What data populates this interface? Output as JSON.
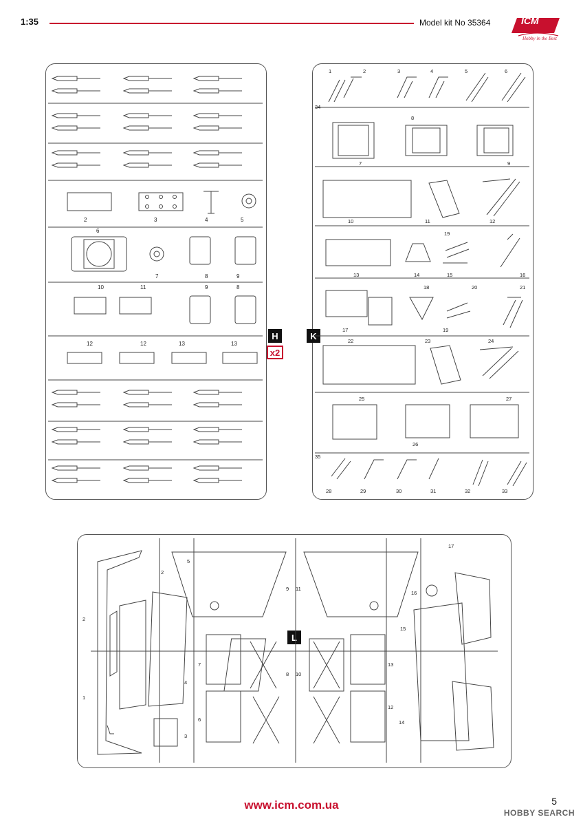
{
  "header": {
    "scale": "1:35",
    "kit_label": "Model kit No 35364",
    "logo_text": "ICM",
    "logo_tagline": "Hobby in the Best"
  },
  "sprues": {
    "H": {
      "letter": "H",
      "multiplier": "x2",
      "part_numbers": [
        "2",
        "3",
        "4",
        "5",
        "6",
        "7",
        "8",
        "8",
        "9",
        "9",
        "10",
        "11",
        "12",
        "12",
        "13",
        "13"
      ]
    },
    "K": {
      "letter": "K",
      "part_numbers": [
        "1",
        "2",
        "3",
        "4",
        "5",
        "6",
        "7",
        "8",
        "9",
        "10",
        "11",
        "12",
        "13",
        "14",
        "15",
        "16",
        "17",
        "18",
        "19",
        "19",
        "20",
        "21",
        "22",
        "23",
        "24",
        "25",
        "26",
        "27",
        "28",
        "29",
        "30",
        "31",
        "32",
        "33",
        "34",
        "35"
      ]
    },
    "L": {
      "letter": "L",
      "part_numbers": [
        "1",
        "2",
        "3",
        "4",
        "5",
        "6",
        "7",
        "8",
        "9",
        "10",
        "11",
        "12",
        "13",
        "14",
        "15",
        "16",
        "17"
      ]
    }
  },
  "footer": {
    "url": "www.icm.com.ua",
    "page_number": "5",
    "watermark": "HOBBY SEARCH"
  }
}
